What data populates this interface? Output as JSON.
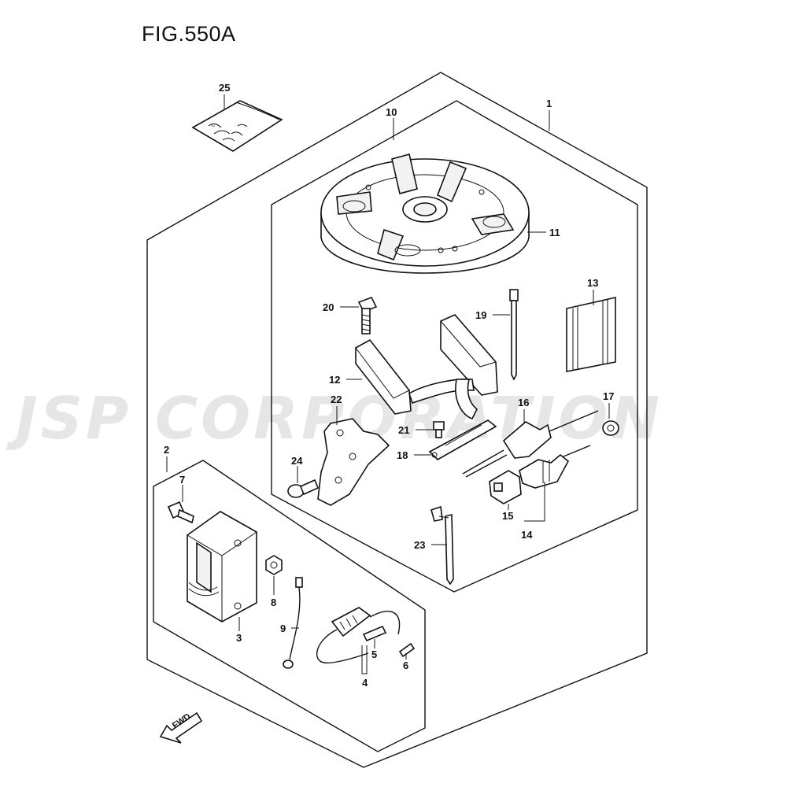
{
  "figure": {
    "title": "FIG.550A",
    "watermark": "JSP CORPORATION",
    "fwd_label": "FWD"
  },
  "callouts": {
    "c1": "1",
    "c2": "2",
    "c3": "3",
    "c4": "4",
    "c5": "5",
    "c6": "6",
    "c7": "7",
    "c8": "8",
    "c9": "9",
    "c10": "10",
    "c11": "11",
    "c12": "12",
    "c13": "13",
    "c14": "14",
    "c15": "15",
    "c16": "16",
    "c17": "17",
    "c18": "18",
    "c19": "19",
    "c20": "20",
    "c21": "21",
    "c22": "22",
    "c23": "23",
    "c24": "24",
    "c25": "25"
  }
}
